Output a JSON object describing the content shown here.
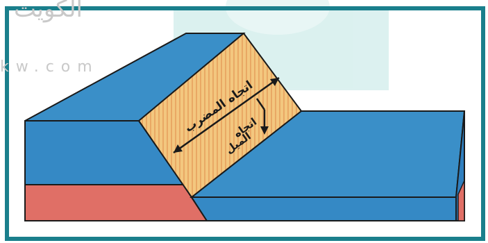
{
  "diagram": {
    "strike_label": "اتجاه المضرب",
    "dip_label_line1": "اتجاه",
    "dip_label_line2": "الميل",
    "watermark_text_top": "الكويت",
    "watermark_text_bottom": "kw.com",
    "colors": {
      "frame": "#1a7f8c",
      "block_top": "#3a8fc8",
      "block_side": "#2f7fbf",
      "fault_plane": "#f3c77f",
      "fault_stripe": "#e9a864",
      "red_layer": "#e06f66",
      "outline": "#1a1a1a",
      "watermark": "#9ad7d4"
    }
  }
}
